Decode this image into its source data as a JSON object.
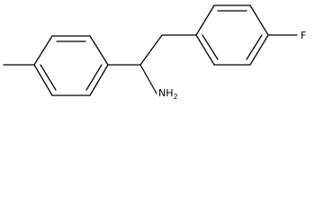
{
  "molecule": {
    "labels": {
      "amine": "NH",
      "amine_subscript": "2",
      "fluorine": "F"
    },
    "colors": {
      "bond": "#000000",
      "text": "#000000",
      "background": "#ffffff"
    }
  }
}
